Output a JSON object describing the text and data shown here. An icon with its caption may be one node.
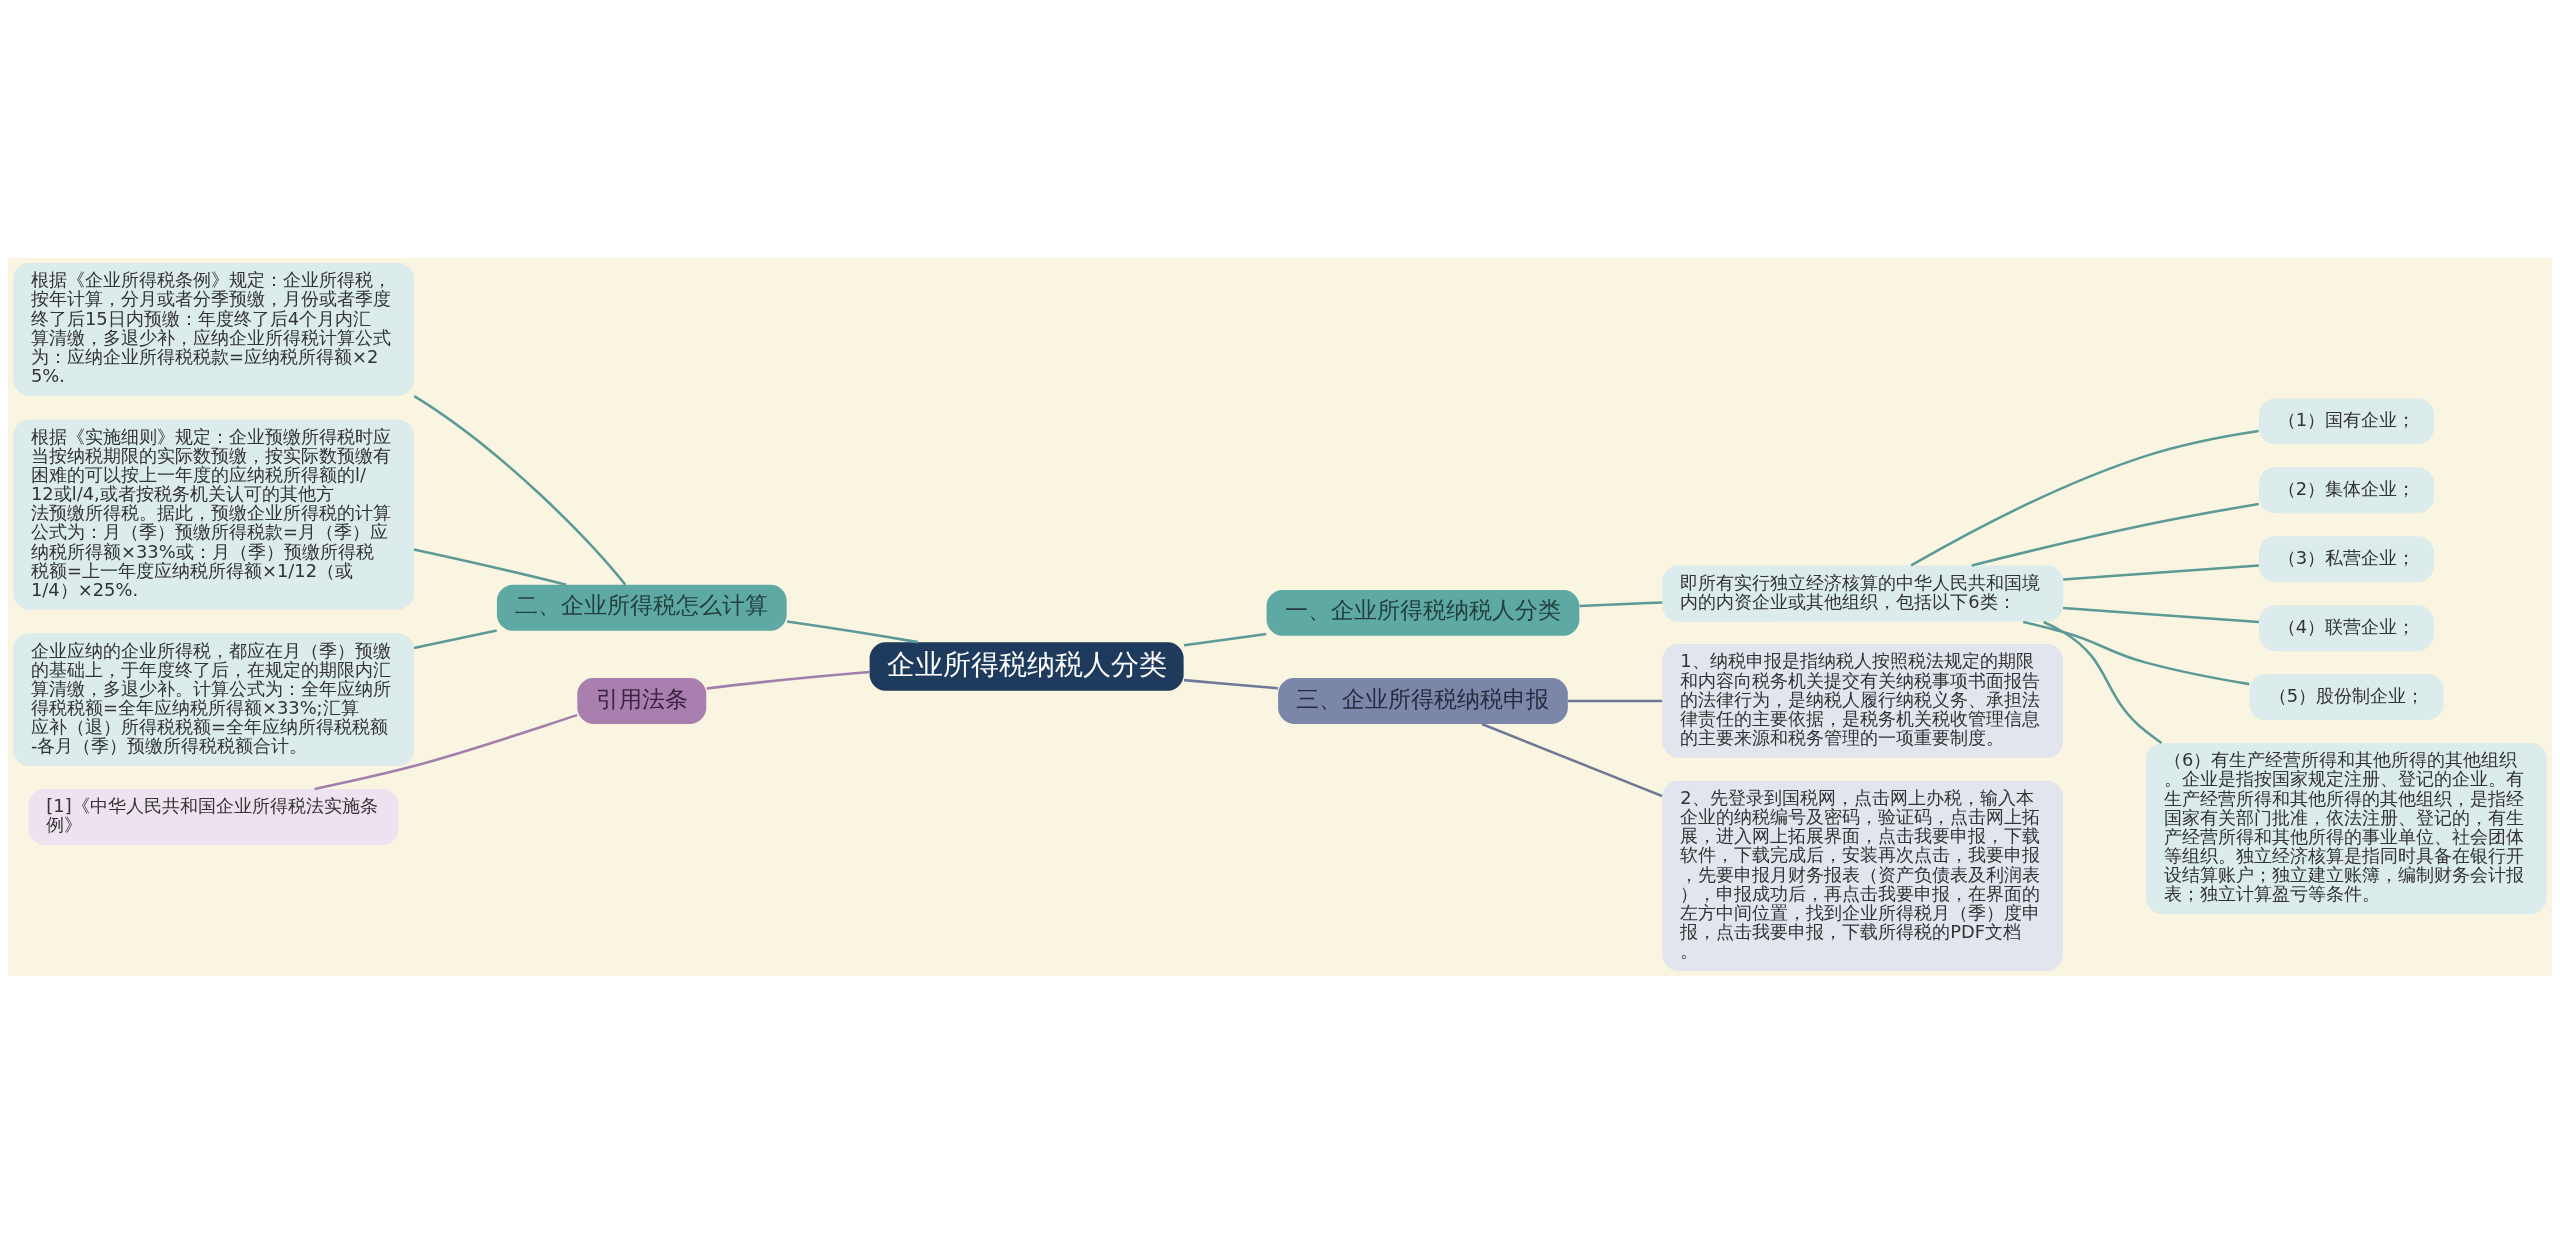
{
  "diagram": {
    "nodes": [
      {
        "text": [
          "企业所得税纳税人分类"
        ]
      },
      {
        "text": [
          "一、企业所得税纳税人分类"
        ]
      },
      {
        "text": [
          "即所有实行独立经济核算的中华人民共和国境内的内资企业或其他组织，包括以下6类："
        ]
      },
      {
        "text": [
          "（1）国有企业；"
        ]
      },
      {
        "text": [
          "（2）集体企业；"
        ]
      },
      {
        "text": [
          "（3）私营企业；"
        ]
      },
      {
        "text": [
          "（4）联营企业；"
        ]
      },
      {
        "text": [
          "（5）股份制企业；"
        ]
      },
      {
        "text": [
          "（6）有生产经营所得和其他所得的其他组织。企业是指按国家规定注册、登记的企业。有生产经营所得和其他所得的其他组织，是指经国家有关部门批准，依法注册、登记的，有生产经营所得和其他所得的事业单位、社会团体等组织。独立经济核算是指同时具备在银行开设结算账户；独立建立账簿，编制财务会计报表；独立计算盈亏等条件。"
        ]
      },
      {
        "text": [
          "二、企业所得税怎么计算"
        ]
      },
      {
        "text": [
          "根据《企业所得税条例》规定：企业所得税，按年计算，分月或者分季预缴，月份或者季度终了后15日内预缴：年度终了后4个月内汇算清缴，多退少补，应纳企业所得税计算公式为：应纳企业所得税税款=应纳税所得额×25%."
        ]
      },
      {
        "text": [
          "根据《实施细则》规定：企业预缴所得税时应当按纳税期限的实际数预缴，按实际数预缴有困难的可以按上一年度的应纳税所得额的l/12或l/4,或者按税务机关认可的其他方法预缴所得税。据此，预缴企业所得税的计算公式为：月（季）预缴所得税款=月（季）应纳税所得额×33%或：月（季）预缴所得税税额=上一年度应纳税所得额×1/12（或1/4）×25%."
        ]
      },
      {
        "text": [
          "企业应纳的企业所得税，都应在月（季）预缴的基础上，于年度终了后，在规定的期限内汇算清缴，多退少补。计算公式为：全年应纳所得税税额=全年应纳税所得额×33%;汇算应补（退）所得税税额=全年应纳所得税税额-各月（季）预缴所得税税额合计。"
        ]
      },
      {
        "text": [
          "引用法条"
        ]
      },
      {
        "text": [
          "[1]《中华人民共和国企业所得税法实施条例》"
        ]
      },
      {
        "text": [
          "三、企业所得税纳税申报"
        ]
      },
      {
        "text": [
          "1、纳税申报是指纳税人按照税法规定的期限和内容向税务机关提交有关纳税事项书面报告的法律行为，是纳税人履行纳税义务、承担法律责任的主要依据，是税务机关税收管理信息的主要来源和税务管理的一项重要制度。"
        ]
      },
      {
        "text": [
          "2、先登录到国税网，点击网上办税，输入本企业的纳税编号及密码，验证码，点击网上拓展，进入网上拓展界面，点击我要申报，下载软件，下载完成后，安装再次点击，我要申报，先要申报月财务报表（资产负债表及利润表），申报成功后，再点击我要申报，在界面的左方中间位置，找到企业所得税月（季）度申报，点击我要申报，下载所得税的PDF文档。"
        ]
      }
    ],
    "edges": [
      {
        "from": 0,
        "to": 1,
        "arrow": "none"
      },
      {
        "from": 1,
        "to": 2,
        "arrow": "none"
      },
      {
        "from": 2,
        "to": 3,
        "arrow": "none"
      },
      {
        "from": 2,
        "to": 4,
        "arrow": "none"
      },
      {
        "from": 2,
        "to": 5,
        "arrow": "none"
      },
      {
        "from": 2,
        "to": 6,
        "arrow": "none"
      },
      {
        "from": 2,
        "to": 7,
        "arrow": "none"
      },
      {
        "from": 2,
        "to": 8,
        "arrow": "none"
      },
      {
        "from": 0,
        "to": 9,
        "arrow": "none"
      },
      {
        "from": 9,
        "to": 10,
        "arrow": "none"
      },
      {
        "from": 9,
        "to": 11,
        "arrow": "none"
      },
      {
        "from": 9,
        "to": 12,
        "arrow": "none"
      },
      {
        "from": 0,
        "to": 13,
        "arrow": "none",
        "color": "#a27eab"
      },
      {
        "from": 13,
        "to": 14,
        "arrow": "none",
        "color": "#a27eab"
      },
      {
        "from": 0,
        "to": 15,
        "arrow": "none",
        "color": "#6f7898"
      },
      {
        "from": 15,
        "to": 16,
        "arrow": "none",
        "color": "#6f7898"
      },
      {
        "from": 15,
        "to": 17,
        "arrow": "none",
        "color": "#6f7898"
      }
    ]
  }
}
